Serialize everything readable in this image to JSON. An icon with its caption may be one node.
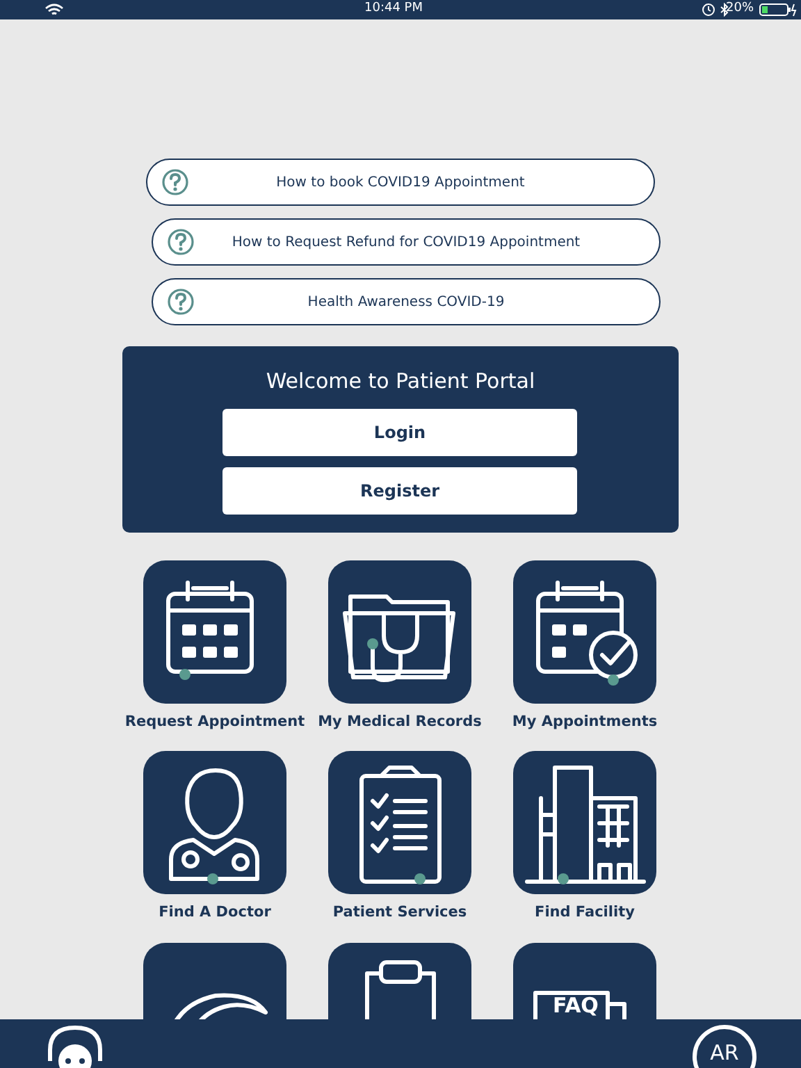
{
  "diagram": {
    "nodes": [
      {
        "text": [
          "How to book COVID19 Appointment"
        ]
      },
      {
        "text": [
          "How to Request Refund for COVID19 Appointment"
        ]
      },
      {
        "text": [
          "Health Awareness COVID-19"
        ]
      },
      {
        "text": [
          "Welcome to Patient Portal"
        ]
      },
      {
        "text": [
          "Login"
        ],
        "in": 3
      },
      {
        "text": [
          "Register"
        ],
        "in": 3
      },
      {
        "text": [
          "Request Appointment"
        ]
      },
      {
        "text": [
          "My Medical Records"
        ]
      },
      {
        "text": [
          "My Appointments"
        ]
      },
      {
        "text": [
          "Find A Doctor"
        ]
      },
      {
        "text": [
          "Patient Services"
        ]
      },
      {
        "text": [
          "Find Facility"
        ]
      },
      {
        "text": [],
        "shape": "picture"
      },
      {
        "text": [],
        "shape": "picture"
      },
      {
        "text": [
          "FAQ"
        ]
      },
      {
        "text": [
          "AR"
        ]
      }
    ],
    "labels": [
      "10:44 PM",
      "20%"
    ]
  }
}
